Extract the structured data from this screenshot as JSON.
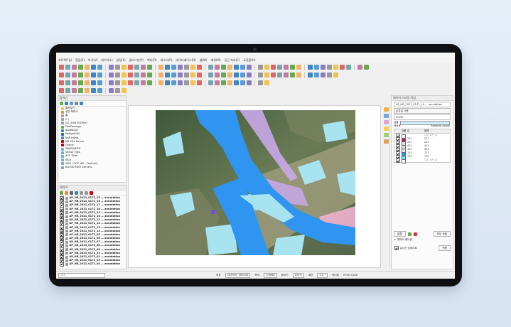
{
  "menu": [
    "프로젝트(J)",
    "편집(E)",
    "보기(V)",
    "레이어(L)",
    "설정(S)",
    "플러그인(P)",
    "벡터(O)",
    "래스터(R)",
    "데이터베이스(D)",
    "웹(W)",
    "메쉬(M)",
    "공간 처리(C)",
    "도움말(H)"
  ],
  "browser": {
    "title": "탐색기",
    "items": [
      "즐겨찾기",
      "공간 북마크",
      "홈",
      "C:\\",
      "D:\\ (USB 드라이브)",
      "GeoPackage",
      "SpatiaLite",
      "PostgreSQL",
      "SAP HANA",
      "MS SQL Server",
      "Oracle",
      "WMS/WMTS",
      "Vector Tiles",
      "XYZ Tiles",
      "WCS",
      "WFS / OGC API - Features",
      "ArcGIS REST Servers"
    ]
  },
  "layers": {
    "title": "레이어",
    "items": [
      "AP_HR_2021_0172_15 — annotation",
      "AP_HR_2021_0172_16 — annotation",
      "AP_HR_2021_0172_17 — annotation",
      "AP_HR_2021_0172_18 — annotation",
      "AP_HR_2021_0172_19 — annotation",
      "AP_HR_2021_0172_10 — annotation",
      "AP_HR_2021_0172_11 — annotation",
      "AP_HR_2021_0172_12 — annotation",
      "AP_HR_2021_0172_13 — annotation",
      "AP_HR_2021_0172_14 — annotation",
      "AP_HR_2021_0172_05 — annotation",
      "AP_HR_2021_0172_06 — annotation",
      "AP_HR_2021_0172_07 — annotation",
      "AP_HR_2021_0172_08 — annotation",
      "AP_HR_2021_0172_09 — annotation",
      "AP_HR_2021_0172_01 — annotation",
      "AP_HR_2021_0172_02 — annotation",
      "AP_HR_2021_0172_03 — annotation",
      "AP_HR_2021_0172_04 — annotation"
    ]
  },
  "style_panel": {
    "title": "레이어 스타일 작업",
    "layer_select": "AP_HR_2021_0172_19 — annotation",
    "renderer": "분류값 사용",
    "value_field": "CODE",
    "symbol_label": "심볼",
    "color_ramp_label": "색상표",
    "color_ramp_value": "Random colors",
    "headers": [
      "",
      "심볼",
      "값",
      "범례"
    ],
    "classes": [
      {
        "value": "",
        "legend": "다른 모든 값",
        "color": "#ffffff"
      },
      {
        "value": "211",
        "legend": "211",
        "color": "#c2185b"
      },
      {
        "value": "212",
        "legend": "212",
        "color": "#e8e8e8"
      },
      {
        "value": "411",
        "legend": "411",
        "color": "#e8e8e8"
      },
      {
        "value": "423",
        "legend": "423",
        "color": "#e8e8e8"
      },
      {
        "value": "711",
        "legend": "711",
        "color": "#2196f3"
      },
      {
        "value": "712",
        "legend": "712",
        "color": "#80deea"
      },
      {
        "value": "",
        "legend": "다른 모든 값",
        "color": "#ffffff"
      }
    ],
    "classify_button": "분류",
    "delete_all_button": "모두 삭제",
    "layer_render_label": "레이어 렌더링",
    "live_update_label": "실시간 업데이트",
    "apply_button": "적용"
  },
  "status": {
    "search_placeholder": "검색",
    "coord_label": "좌표",
    "coord_value": "263909, 369228",
    "scale_label": "축척",
    "scale_value": "1:6668",
    "magnify_label": "돋보기",
    "magnify_value": "100%",
    "rotation_label": "회전",
    "rotation_value": "0.0 °",
    "render_label": "렌더링",
    "crs_label": "EPSG:5186"
  },
  "colors": {
    "water": "#2f95f0",
    "water_light": "#a8e4ef",
    "purple_zone": "#c9a8e8",
    "pink_zone": "#f2b3cf"
  }
}
